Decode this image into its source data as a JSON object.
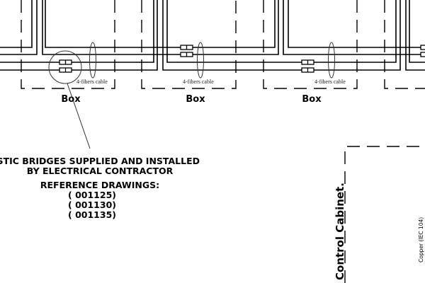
{
  "cable_label": "4-fibers cable",
  "boxes": [
    {
      "label": "Box"
    },
    {
      "label": "Box"
    },
    {
      "label": "Box"
    }
  ],
  "note": {
    "lines": [
      "STIC BRIDGES SUPPLIED AND INSTALLED",
      "BY ELECTRICAL CONTRACTOR",
      "REFERENCE DRAWINGS:",
      "( 001125)",
      "( 001130)",
      "( 001135)"
    ]
  },
  "control_cabinet": {
    "label": "Control Cabinet."
  },
  "copper_label": "Copper (IEC 104)"
}
